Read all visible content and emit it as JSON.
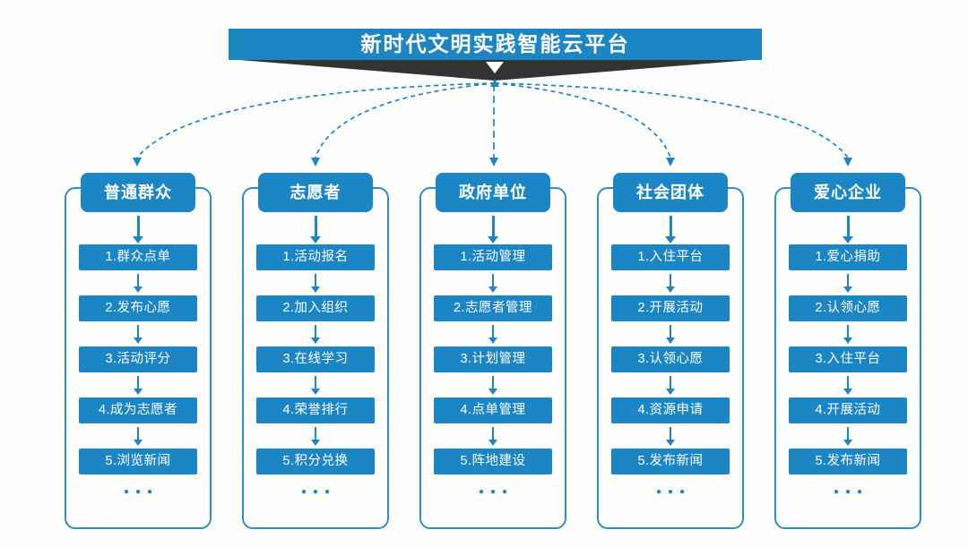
{
  "title": "新时代文明实践智能云平台",
  "colors": {
    "primary_blue": "#1c86c5",
    "outline_blue": "#2f8dc6",
    "ribbon_dark": "#333333",
    "background": "#fdfdfc",
    "text_on_primary": "#ffffff"
  },
  "icons": {
    "banner_pointer": "white-down-triangle",
    "connector_style": "dashed-curved-arrows",
    "step_connector": "solid-down-arrow"
  },
  "columns": [
    {
      "header": "普通群众",
      "items": [
        "1.群众点单",
        "2.发布心愿",
        "3.活动评分",
        "4.成为志愿者",
        "5.浏览新闻"
      ],
      "more": "●●●"
    },
    {
      "header": "志愿者",
      "items": [
        "1.活动报名",
        "2.加入组织",
        "3.在线学习",
        "4.荣誉排行",
        "5.积分兑换"
      ],
      "more": "●●●"
    },
    {
      "header": "政府单位",
      "items": [
        "1.活动管理",
        "2.志愿者管理",
        "3.计划管理",
        "4.点单管理",
        "5.阵地建设"
      ],
      "more": "●●●"
    },
    {
      "header": "社会团体",
      "items": [
        "1.入住平台",
        "2.开展活动",
        "3.认领心愿",
        "4.资源申请",
        "5.发布新闻"
      ],
      "more": "●●●"
    },
    {
      "header": "爱心企业",
      "items": [
        "1.爱心捐助",
        "2.认领心愿",
        "3.入住平台",
        "4.开展活动",
        "5.发布新闻"
      ],
      "more": "●●●"
    }
  ]
}
